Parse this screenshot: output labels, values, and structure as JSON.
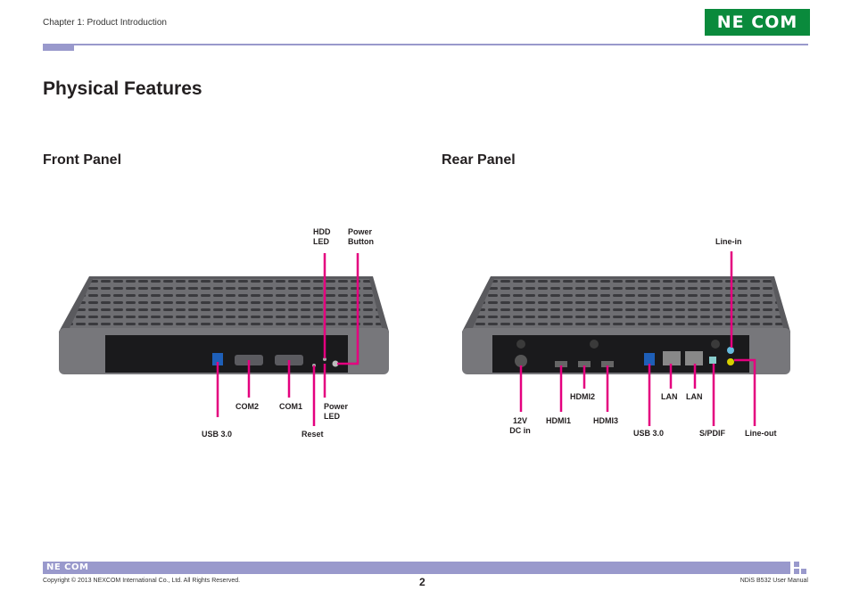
{
  "header": {
    "chapter": "Chapter 1: Product Introduction",
    "logo": "NE COM"
  },
  "title": "Physical Features",
  "front": {
    "heading": "Front Panel",
    "labels": {
      "hdd_1": "HDD",
      "hdd_2": "LED",
      "pbtn_1": "Power",
      "pbtn_2": "Button",
      "com2": "COM2",
      "com1": "COM1",
      "pled_1": "Power",
      "pled_2": "LED",
      "usb": "USB 3.0",
      "reset": "Reset"
    }
  },
  "rear": {
    "heading": "Rear Panel",
    "labels": {
      "linein": "Line-in",
      "hdmi2": "HDMI2",
      "lan1": "LAN",
      "lan2": "LAN",
      "dc_1": "12V",
      "dc_2": "DC in",
      "hdmi1": "HDMI1",
      "hdmi3": "HDMI3",
      "usb": "USB 3.0",
      "spdif": "S/PDIF",
      "lineout": "Line-out"
    }
  },
  "footer": {
    "logo": "NE COM",
    "copyright": "Copyright © 2013 NEXCOM International Co., Ltd. All Rights Reserved.",
    "page": "2",
    "manual": "NDiS B532 User Manual"
  },
  "colors": {
    "accent": "#9999cc",
    "brand": "#0a8a3c",
    "callout": "#e4007f"
  }
}
